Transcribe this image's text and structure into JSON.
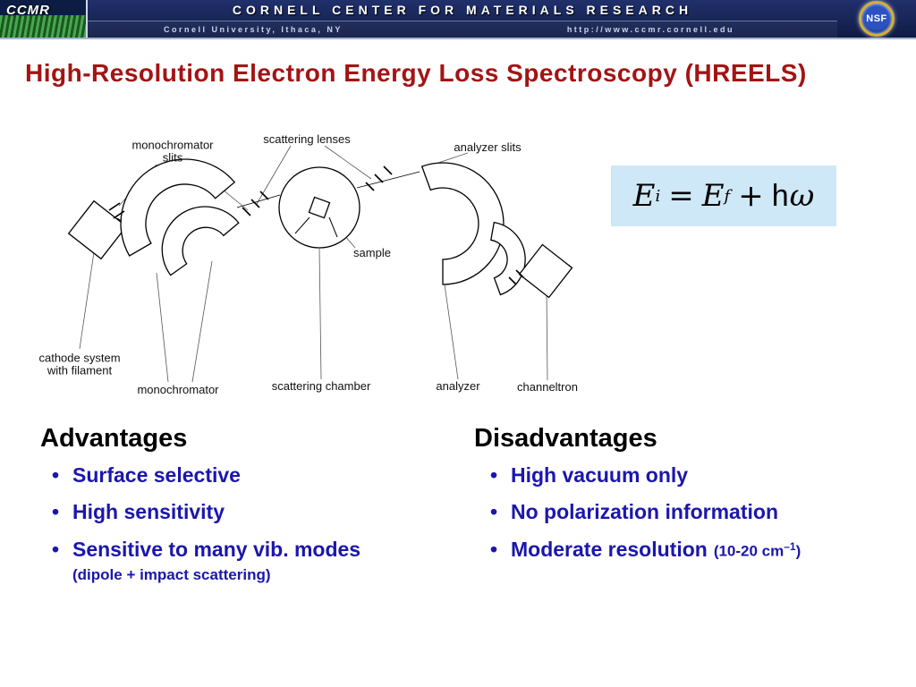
{
  "header": {
    "ccmr_logo_text": "CCMR",
    "title": "CORNELL CENTER FOR MATERIALS RESEARCH",
    "subtitle_left": "Cornell University, Ithaca, NY",
    "subtitle_right": "http://www.ccmr.cornell.edu",
    "nsf_logo_text": "NSF"
  },
  "slide": {
    "title": "High-Resolution Electron Energy Loss Spectroscopy (HREELS)"
  },
  "diagram": {
    "labels": {
      "monochromator_slits_1": "monochromator",
      "monochromator_slits_2": "slits",
      "scattering_lenses": "scattering lenses",
      "analyzer_slits": "analyzer slits",
      "sample": "sample",
      "cathode_1": "cathode system",
      "cathode_2": "with filament",
      "monochromator": "monochromator",
      "scattering_chamber": "scattering chamber",
      "analyzer": "analyzer",
      "channeltron": "channeltron"
    }
  },
  "equation": {
    "lhs_base": "E",
    "lhs_sub": "i",
    "equals": "=",
    "rhs_base": "E",
    "rhs_sub": "f",
    "plus": "+",
    "planck": "h",
    "omega": "ω"
  },
  "bullet_char": "•",
  "advantages": {
    "heading": "Advantages",
    "items": [
      {
        "text": "Surface selective"
      },
      {
        "text": "High sensitivity"
      },
      {
        "text": "Sensitive to many vib. modes",
        "note": "(dipole + impact scattering)"
      }
    ]
  },
  "disadvantages": {
    "heading": "Disadvantages",
    "items": [
      {
        "text": "High vacuum only"
      },
      {
        "text": "No polarization information"
      },
      {
        "text": "Moderate resolution",
        "note_base": "(10-20 cm",
        "note_sup": "–1",
        "note_end": ")"
      }
    ]
  },
  "colors": {
    "title_red": "#a31414",
    "bullet_blue": "#1b16ad",
    "equation_bg": "#cfe8f7",
    "header_navy": "#16214f"
  }
}
